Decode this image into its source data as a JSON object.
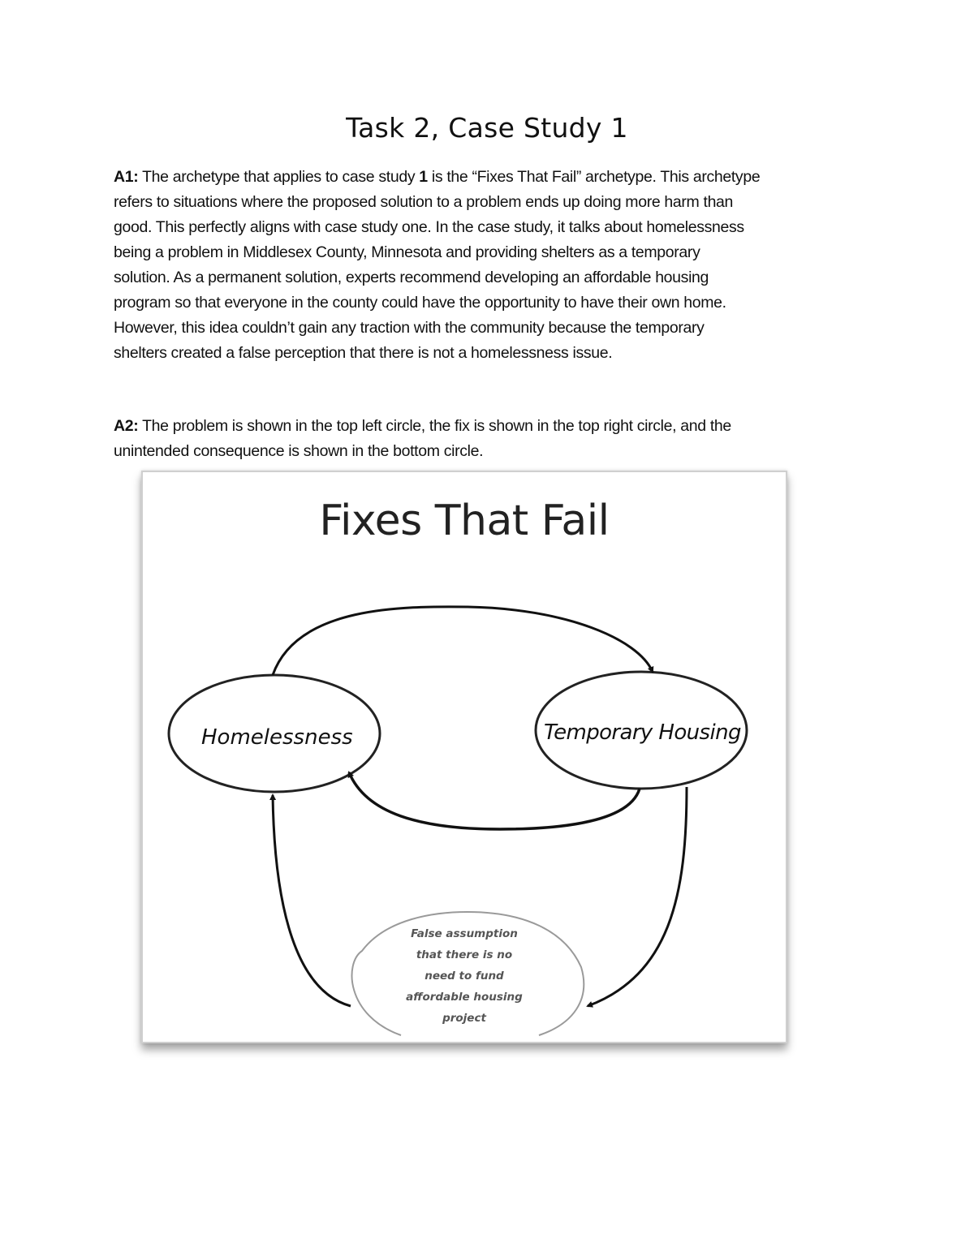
{
  "document": {
    "title": "Task 2, Case Study 1",
    "a1": {
      "label": "A1:",
      "lines": [
        {
          "pre": " The archetype that applies to case study ",
          "bold": "1",
          "post": " is the “Fixes That Fail” archetype. This archetype"
        },
        "refers to situations where the proposed solution to a problem ends up doing more harm than",
        "good. This perfectly aligns with case study one. In the case study, it talks about homelessness",
        "being a problem in Middlesex County, Minnesota and providing shelters as a temporary",
        "solution. As a permanent solution, experts recommend developing an affordable housing",
        "program so that everyone in the county could have the opportunity to have their own home.",
        "However, this idea couldn’t gain any traction with the community because the temporary",
        "shelters created a false perception that there is not a homelessness issue."
      ]
    },
    "a2": {
      "label": "A2:",
      "lines": [
        " The problem is shown in the top left circle, the fix is shown in the top right circle, and the",
        "unintended consequence is shown in the bottom circle."
      ]
    }
  },
  "diagram": {
    "title": "Fixes That Fail",
    "problem_node": "Homelessness",
    "fix_node": "Temporary Housing",
    "consequence_node_lines": [
      "False assumption",
      "that there is no",
      "need to fund",
      "affordable housing",
      "project"
    ],
    "edges": [
      {
        "from": "Homelessness",
        "to": "Temporary Housing",
        "path": "top arc"
      },
      {
        "from": "Temporary Housing",
        "to": "Homelessness",
        "path": "middle arc"
      },
      {
        "from": "Temporary Housing",
        "to": "False assumption",
        "path": "right descending arc"
      },
      {
        "from": "False assumption",
        "to": "Homelessness",
        "path": "left ascending arc"
      }
    ],
    "line_color": "#111111",
    "consequence_outline_color": "#9a9a9a"
  }
}
